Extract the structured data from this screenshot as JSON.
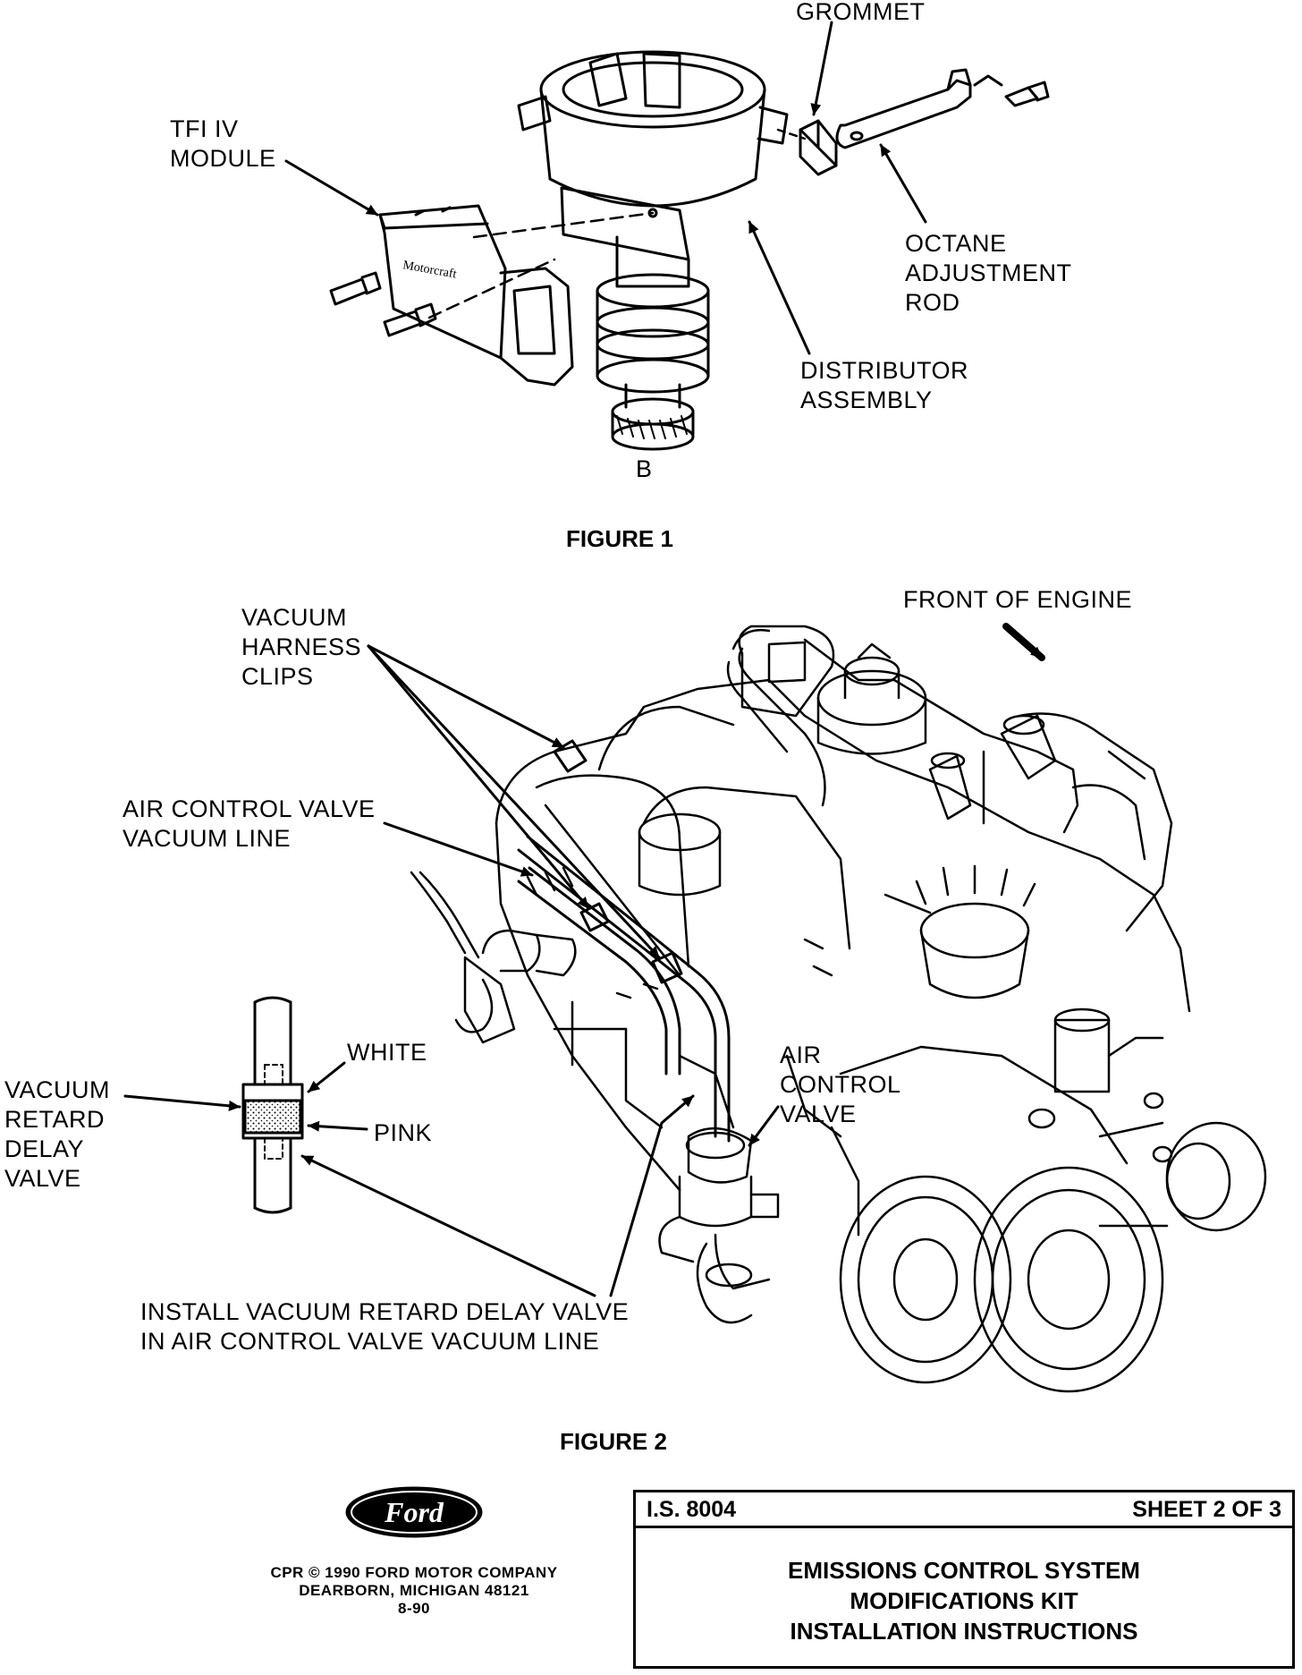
{
  "figure1": {
    "caption": "FIGURE 1",
    "labels": {
      "grommet": "GROMMET",
      "tfi_module": "TFI IV\nMODULE",
      "octane_rod": "OCTANE\nADJUSTMENT\nROD",
      "distributor": "DISTRIBUTOR\nASSEMBLY",
      "part_letter": "B"
    }
  },
  "figure2": {
    "caption": "FIGURE 2",
    "labels": {
      "front_of_engine": "FRONT OF ENGINE",
      "vacuum_harness_clips": "VACUUM\nHARNESS\nCLIPS",
      "air_control_vacuum_line": "AIR CONTROL VALVE\nVACUUM LINE",
      "white": "WHITE",
      "pink": "PINK",
      "vacuum_retard_delay_valve": "VACUUM\nRETARD\nDELAY\nVALVE",
      "air_control_valve": "AIR\nCONTROL\nVALVE",
      "install_note": "INSTALL VACUUM RETARD DELAY VALVE\nIN AIR CONTROL VALVE VACUUM LINE"
    }
  },
  "footer": {
    "logo_text": "Ford",
    "copyright": "CPR © 1990 FORD MOTOR COMPANY\nDEARBORN, MICHIGAN 48121\n8-90",
    "doc_number": "I.S. 8004",
    "sheet": "SHEET 2 OF 3",
    "title": "EMISSIONS CONTROL SYSTEM\nMODIFICATIONS KIT\nINSTALLATION INSTRUCTIONS"
  }
}
